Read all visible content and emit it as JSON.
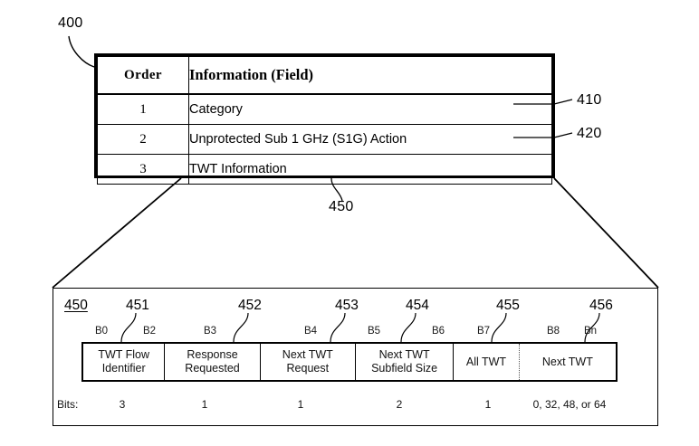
{
  "figure": {
    "top_ref": "400",
    "expansion_ref": "450"
  },
  "table": {
    "headers": [
      "Order",
      "Information (Field)"
    ],
    "rows": [
      {
        "order": "1",
        "info": "Category",
        "ref": "410"
      },
      {
        "order": "2",
        "info": "Unprotected Sub 1 GHz (S1G) Action",
        "ref": "420"
      },
      {
        "order": "3",
        "info": "TWT Information",
        "ref": ""
      }
    ],
    "refs": [
      "410",
      "420"
    ]
  },
  "detail": {
    "ref": "450",
    "bits_label": "Bits:",
    "field_refs": [
      "451",
      "452",
      "453",
      "454",
      "455",
      "456"
    ],
    "bit_markers": {
      "b0": "B0",
      "b2": "B2",
      "b3": "B3",
      "b4": "B4",
      "b5": "B5",
      "b6": "B6",
      "b7": "B7",
      "b8": "B8",
      "bn": "Bn"
    },
    "fields": [
      {
        "name": "TWT Flow Identifier",
        "line1": "TWT Flow",
        "line2": "Identifier",
        "bits": "3",
        "ref": "451"
      },
      {
        "name": "Response Requested",
        "line1": "Response",
        "line2": "Requested",
        "bits": "1",
        "ref": "452"
      },
      {
        "name": "Next TWT Request",
        "line1": "Next TWT",
        "line2": "Request",
        "bits": "1",
        "ref": "453"
      },
      {
        "name": "Next TWT Subfield Size",
        "line1": "Next TWT",
        "line2": "Subfield Size",
        "bits": "2",
        "ref": "454"
      },
      {
        "name": "All TWT",
        "line1": "All TWT",
        "line2": "",
        "bits": "1",
        "ref": "455"
      },
      {
        "name": "Next TWT",
        "line1": "Next TWT",
        "line2": "",
        "bits": "0, 32, 48, or 64",
        "ref": "456"
      }
    ]
  },
  "colors": {
    "ink": "#000000",
    "background": "#ffffff"
  }
}
